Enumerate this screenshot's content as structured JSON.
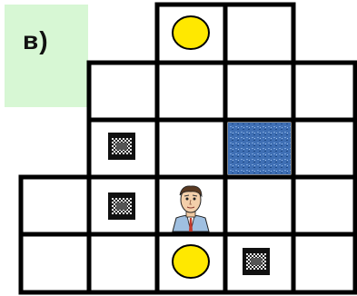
{
  "panel": {
    "label": "в)"
  },
  "board": {
    "cells": [
      "r0c2",
      "r0c3",
      "r1c1",
      "r1c2",
      "r1c3",
      "r1c4",
      "r2c1",
      "r2c2",
      "r2c3",
      "r2c4",
      "r3c0",
      "r3c1",
      "r3c2",
      "r3c3",
      "r3c4",
      "r4c0",
      "r4c1",
      "r4c2",
      "r4c3",
      "r4c4"
    ],
    "pieces": [
      {
        "kind": "gold-coin-icon",
        "color": "#ffe800",
        "cell": "r0c2"
      },
      {
        "kind": "checkered-block-icon",
        "cell": "r2c1"
      },
      {
        "kind": "water-tile",
        "color": "#3f6fb4",
        "cell": "r2c3"
      },
      {
        "kind": "checkered-block-icon",
        "cell": "r3c1"
      },
      {
        "kind": "man-portrait-icon",
        "cell": "r3c2"
      },
      {
        "kind": "gold-coin-icon",
        "color": "#ffe800",
        "cell": "r4c2"
      },
      {
        "kind": "checkered-block-icon",
        "cell": "r4c3"
      }
    ]
  }
}
